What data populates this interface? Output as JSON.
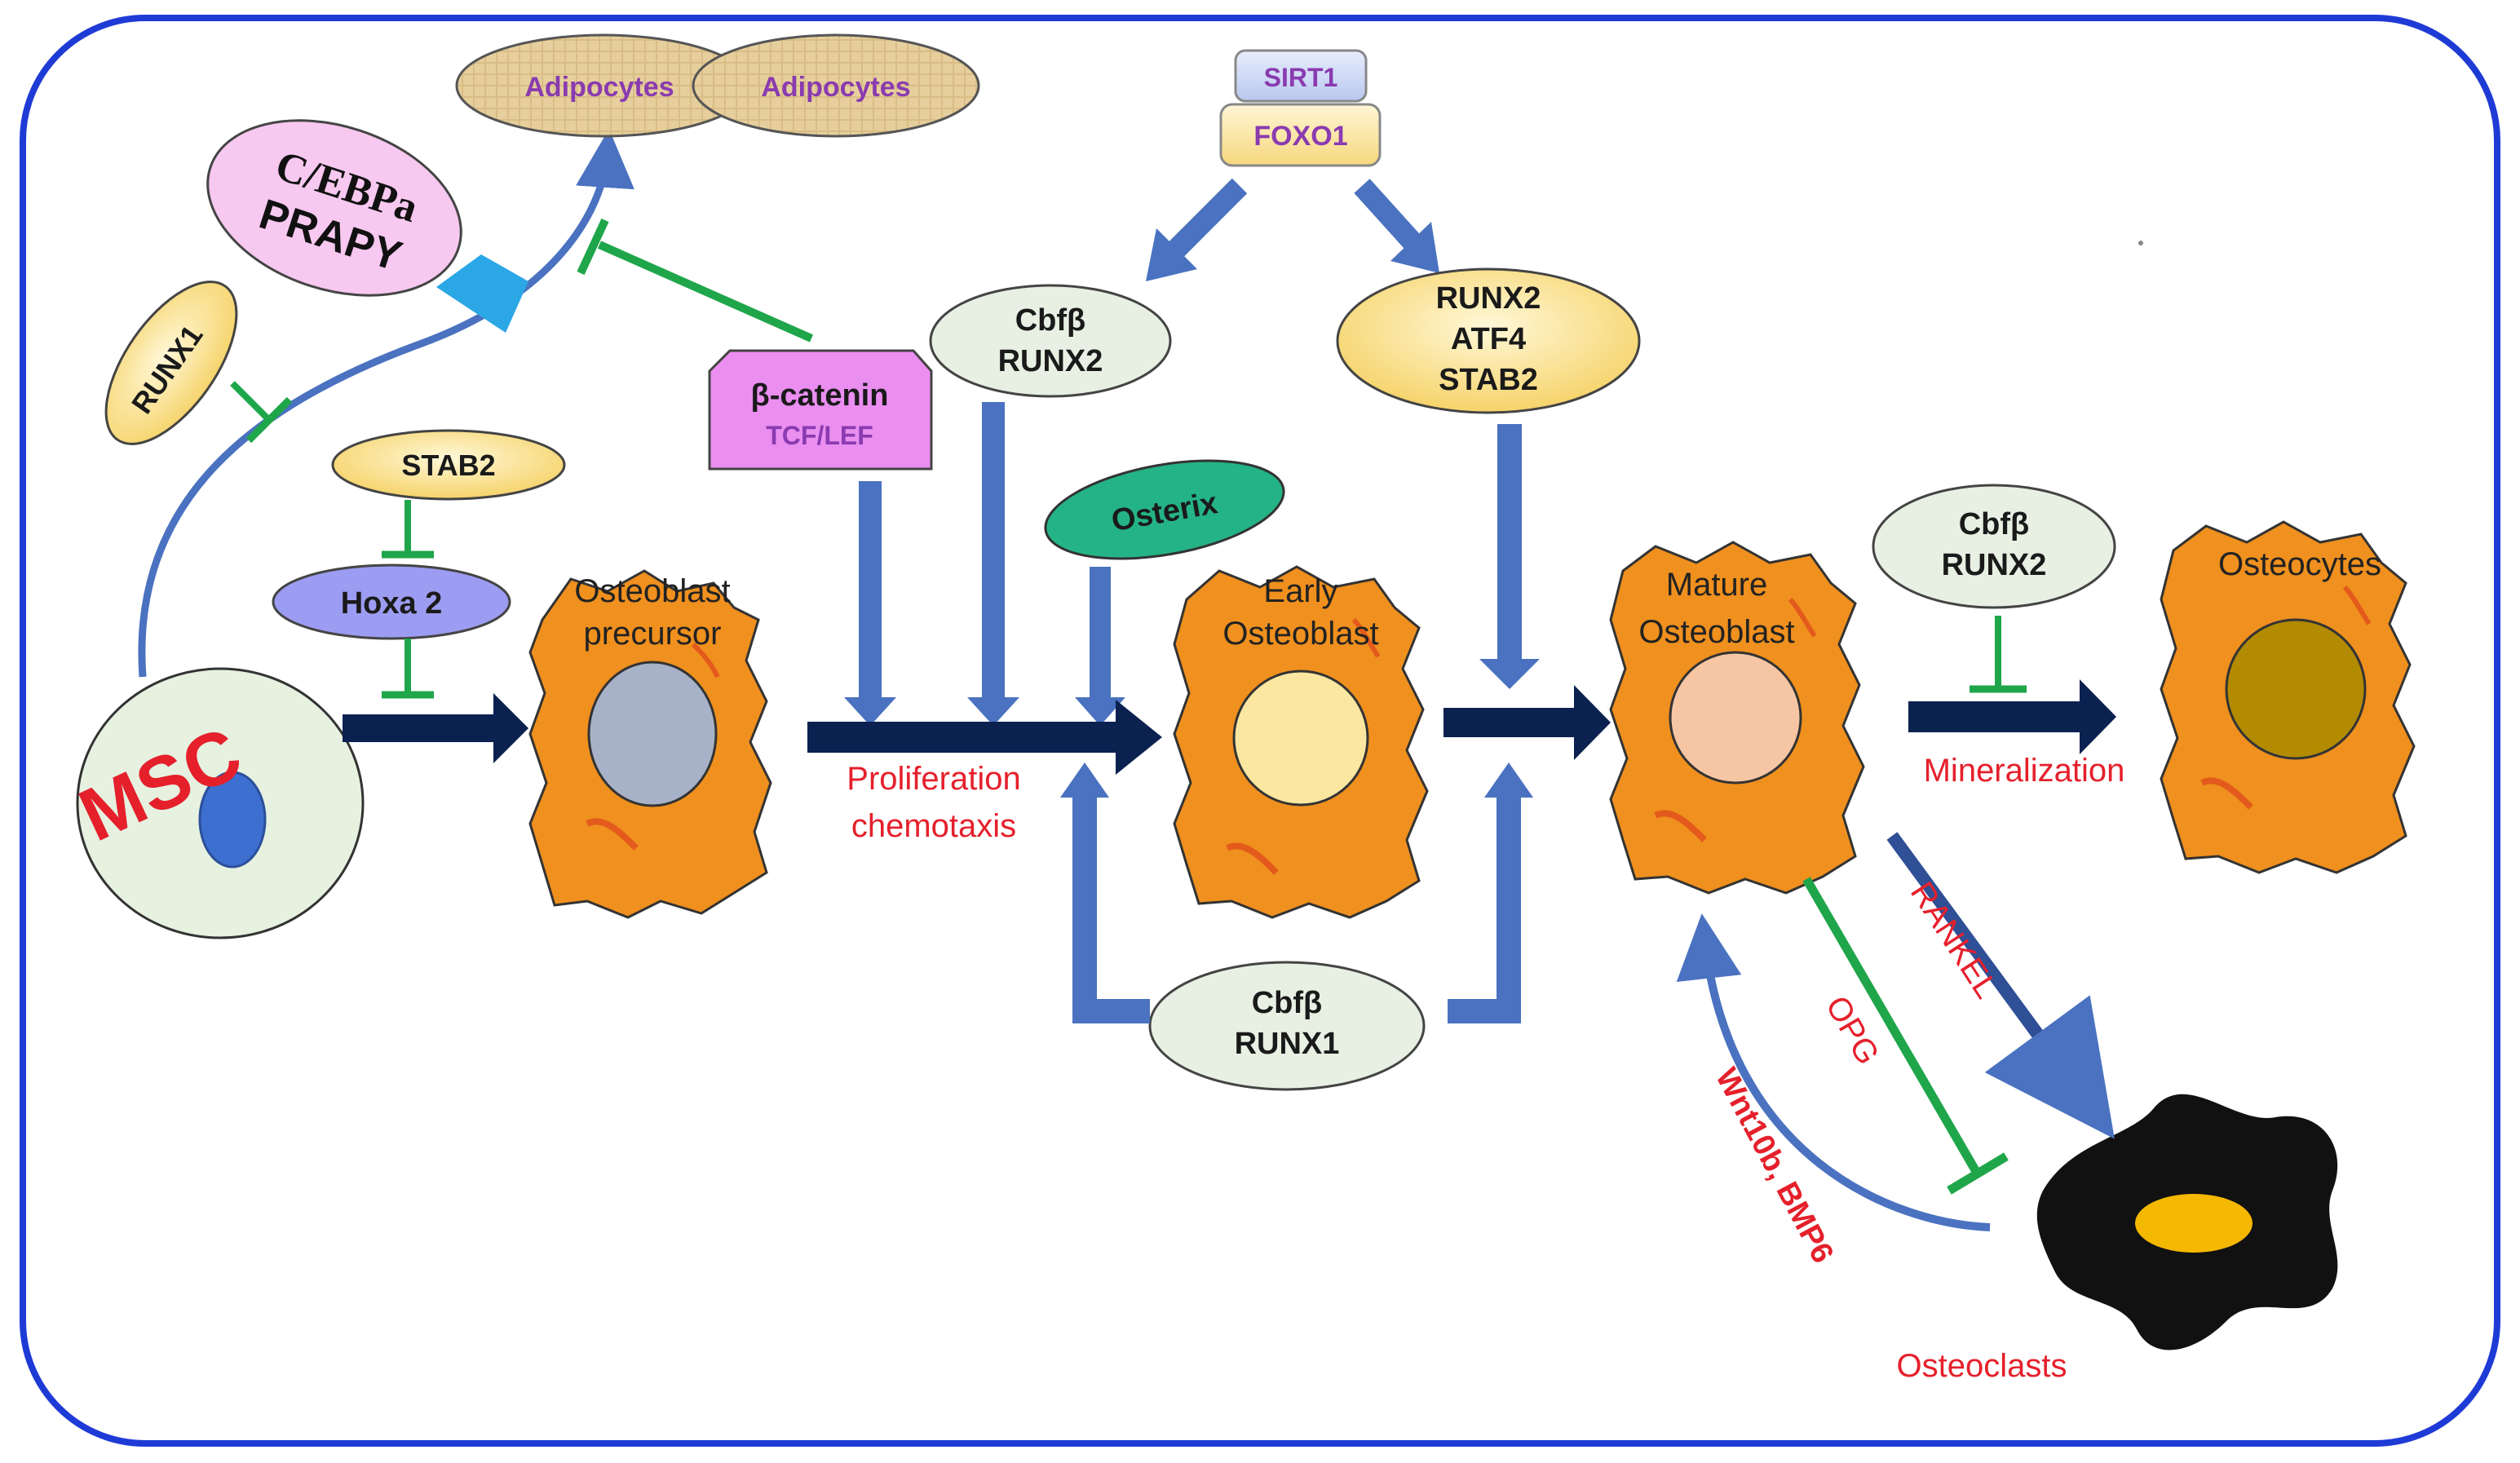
{
  "colors": {
    "frame": "#1f3bd6",
    "flow_arrow": "#0b2150",
    "signal_arrow": "#4a72c0",
    "inhibit": "#1fa64a",
    "cell_orange": "#f0901e",
    "red_text": "#e5202b"
  },
  "nodes": {
    "adipocyte_1": "Adipocytes",
    "adipocyte_2": "Adipocytes",
    "cebpa_line1": "C/EBPa",
    "cebpa_line2": "PRAPY",
    "runx1_left": "RUNX1",
    "stab2_left": "STAB2",
    "hoxa2": "Hoxa 2",
    "msc": "MSC",
    "osteoblast_precursor_line1": "Osteoblast",
    "osteoblast_precursor_line2": "precursor",
    "beta_catenin_line1": "β-catenin",
    "beta_catenin_line2": "TCF/LEF",
    "sirt1": "SIRT1",
    "foxo1": "FOXO1",
    "cbfb_runx2_top_line1": "Cbfβ",
    "cbfb_runx2_top_line2": "RUNX2",
    "runx2_atf4_line1": "RUNX2",
    "runx2_atf4_line2": "ATF4",
    "runx2_atf4_line3": "STAB2",
    "osterix": "Osterix",
    "early_osteoblast_line1": "Early",
    "early_osteoblast_line2": "Osteoblast",
    "proliferation_line1": "Proliferation",
    "proliferation_line2": "chemotaxis",
    "cbfb_runx1_line1": "Cbfβ",
    "cbfb_runx1_line2": "RUNX1",
    "mature_osteoblast_line1": "Mature",
    "mature_osteoblast_line2": "Osteoblast",
    "cbfb_runx2_right_line1": "Cbfβ",
    "cbfb_runx2_right_line2": "RUNX2",
    "osteocytes": "Osteocytes",
    "mineralization": "Mineralization",
    "rankel": "RANKEL",
    "opg": "OPG",
    "wnt10b": "Wnt10b, BMP6",
    "osteoclasts": "Osteoclasts"
  }
}
